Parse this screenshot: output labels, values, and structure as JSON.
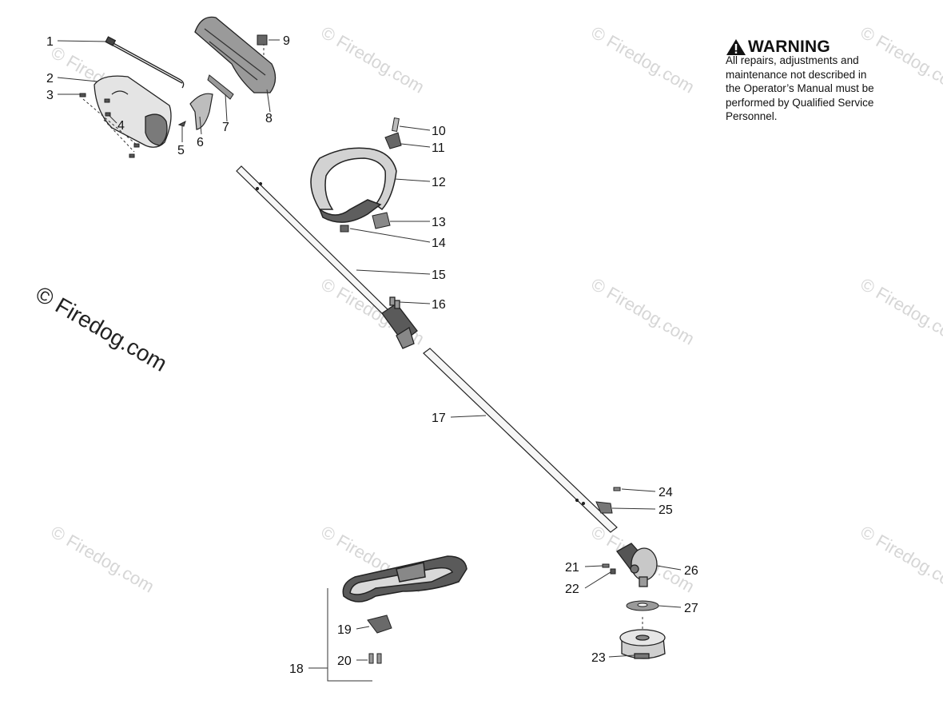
{
  "warning": {
    "title": "WARNING",
    "lines": [
      "All repairs, adjustments and",
      "maintenance not described in",
      "the Operator’s Manual must be",
      "performed by Qualified Service",
      "Personnel."
    ]
  },
  "watermark": {
    "main": "© Firedog.com",
    "repeat": "© Firedog.com"
  },
  "callouts": [
    "1",
    "2",
    "3",
    "4",
    "5",
    "6",
    "7",
    "8",
    "9",
    "10",
    "11",
    "12",
    "13",
    "14",
    "15",
    "16",
    "17",
    "18",
    "19",
    "20",
    "21",
    "22",
    "23",
    "24",
    "25",
    "26",
    "27"
  ]
}
